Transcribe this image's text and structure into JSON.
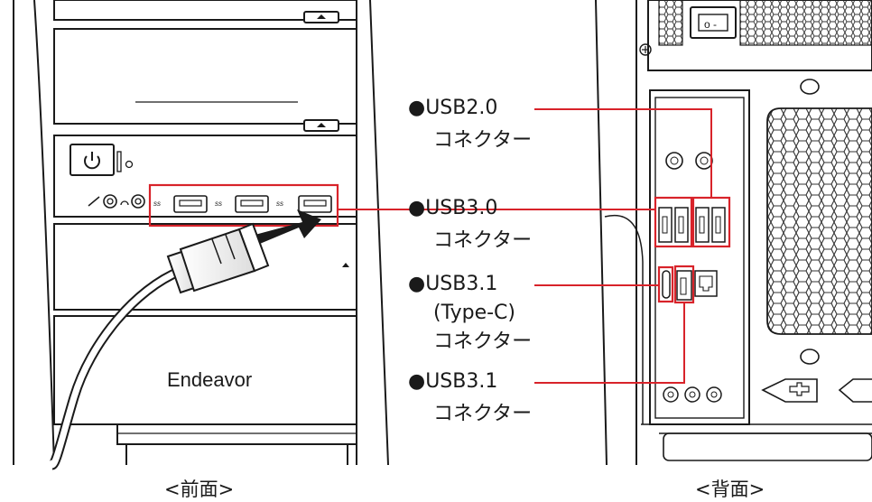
{
  "front_panel": {
    "brand_text": "Endeavor",
    "caption": "<前面>"
  },
  "rear_panel": {
    "caption": "<背面>"
  },
  "callouts": [
    {
      "bullet": "●",
      "line1": "USB2.0",
      "line2": "コネクター",
      "line3": ""
    },
    {
      "bullet": "●",
      "line1": "USB3.0",
      "line2": "コネクター",
      "line3": ""
    },
    {
      "bullet": "●",
      "line1": "USB3.1",
      "line2": "(Type-C)",
      "line3": "コネクター"
    },
    {
      "bullet": "●",
      "line1": "USB3.1",
      "line2": "コネクター",
      "line3": ""
    }
  ],
  "colors": {
    "highlight": "#d8232a",
    "outline": "#1a1a1a",
    "panel_fill": "#ffffff"
  },
  "icons": [
    "power-icon",
    "microphone-icon",
    "headphone-icon",
    "eject-icon",
    "usb-ss-icon",
    "ground-screw-icon"
  ]
}
